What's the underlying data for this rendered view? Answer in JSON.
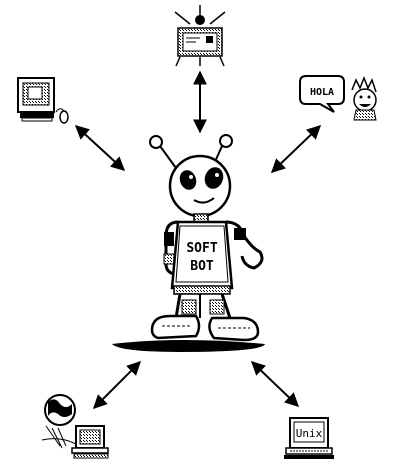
{
  "robot": {
    "chest_line1": "SOFT",
    "chest_line2": "BOT"
  },
  "nodes": {
    "mail": {
      "icon": "mail-envelope-icon"
    },
    "computer": {
      "icon": "desktop-computer-icon"
    },
    "chat": {
      "icon": "speech-bubble-person-icon",
      "bubble_text": "HOLA"
    },
    "internet": {
      "icon": "globe-network-computer-icon"
    },
    "unix": {
      "icon": "unix-terminal-icon",
      "screen_text": "Unix"
    }
  },
  "colors": {
    "ink": "#000000",
    "paper": "#ffffff"
  }
}
